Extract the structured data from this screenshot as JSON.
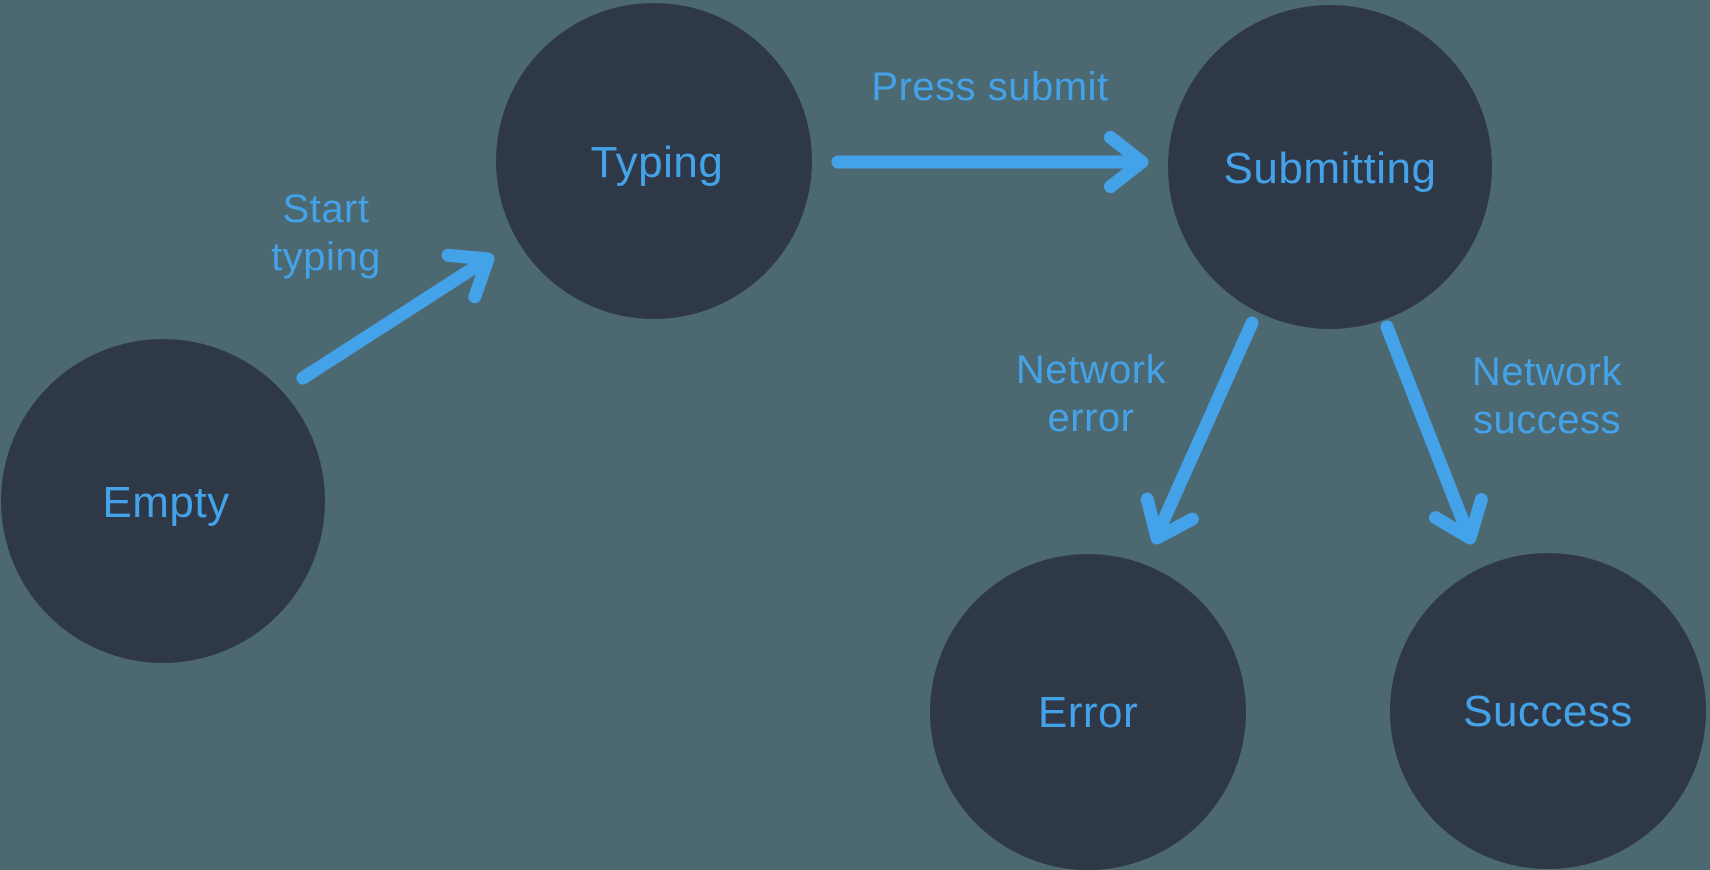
{
  "diagram": {
    "type": "state-machine",
    "nodes": [
      {
        "id": "empty",
        "label": "Empty"
      },
      {
        "id": "typing",
        "label": "Typing"
      },
      {
        "id": "submitting",
        "label": "Submitting"
      },
      {
        "id": "error",
        "label": "Error"
      },
      {
        "id": "success",
        "label": "Success"
      }
    ],
    "edges": [
      {
        "from": "empty",
        "to": "typing",
        "label": "Start typing",
        "label_lines": [
          "Start",
          "typing"
        ]
      },
      {
        "from": "typing",
        "to": "submitting",
        "label": "Press submit",
        "label_lines": [
          "Press submit"
        ]
      },
      {
        "from": "submitting",
        "to": "error",
        "label": "Network error",
        "label_lines": [
          "Network",
          "error"
        ]
      },
      {
        "from": "submitting",
        "to": "success",
        "label": "Network success",
        "label_lines": [
          "Network",
          "success"
        ]
      }
    ],
    "colors": {
      "background": "#4c6871",
      "node_fill": "#2f3847",
      "accent_blue": "#44a2e9"
    }
  }
}
